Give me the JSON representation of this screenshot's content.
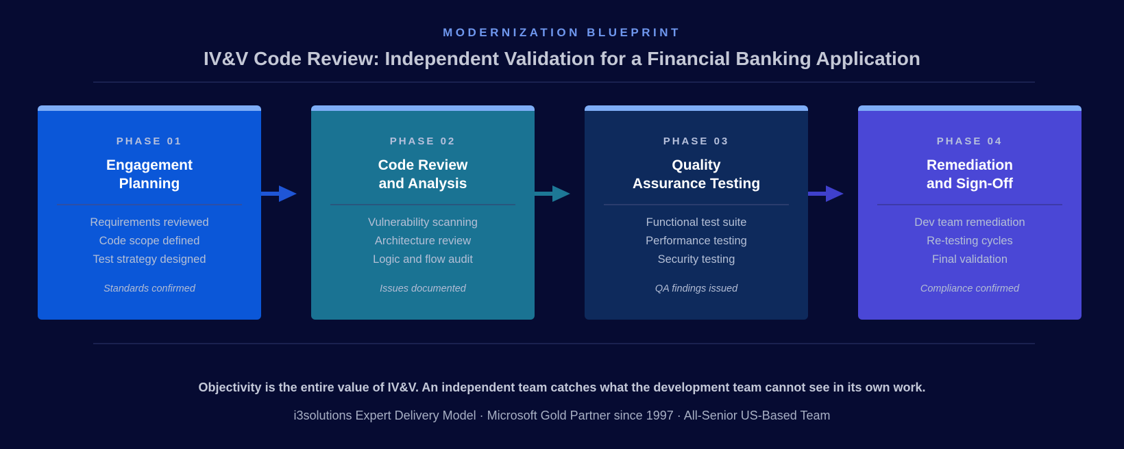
{
  "header": {
    "eyebrow": "MODERNIZATION BLUEPRINT",
    "title": "IV&V Code Review: Independent Validation for a Financial Banking Application"
  },
  "phases": [
    {
      "label": "PHASE 01",
      "title": "Engagement Planning",
      "items": [
        "Requirements reviewed",
        "Code scope defined",
        "Test strategy designed"
      ],
      "result": "Standards confirmed",
      "color": "#0b57d8"
    },
    {
      "label": "PHASE 02",
      "title": "Code Review and Analysis",
      "items": [
        "Vulnerability scanning",
        "Architecture review",
        "Logic and flow audit"
      ],
      "result": "Issues documented",
      "color": "#1a7393"
    },
    {
      "label": "PHASE 03",
      "title": "Quality Assurance Testing",
      "items": [
        "Functional test suite",
        "Performance testing",
        "Security testing"
      ],
      "result": "QA findings issued",
      "color": "#0e2a5c"
    },
    {
      "label": "PHASE 04",
      "title": "Remediation and Sign-Off",
      "items": [
        "Dev team remediation",
        "Re-testing cycles",
        "Final validation"
      ],
      "result": "Compliance confirmed",
      "color": "#4a47d6"
    }
  ],
  "arrow_colors": [
    "#1f56d6",
    "#1d7896",
    "#3f40cc"
  ],
  "footer": {
    "quote": "Objectivity is the entire value of IV&V. An independent team catches what the development team cannot see in its own work.",
    "tagline": "i3solutions Expert Delivery Model · Microsoft Gold Partner since 1997 · All-Senior US-Based Team"
  }
}
